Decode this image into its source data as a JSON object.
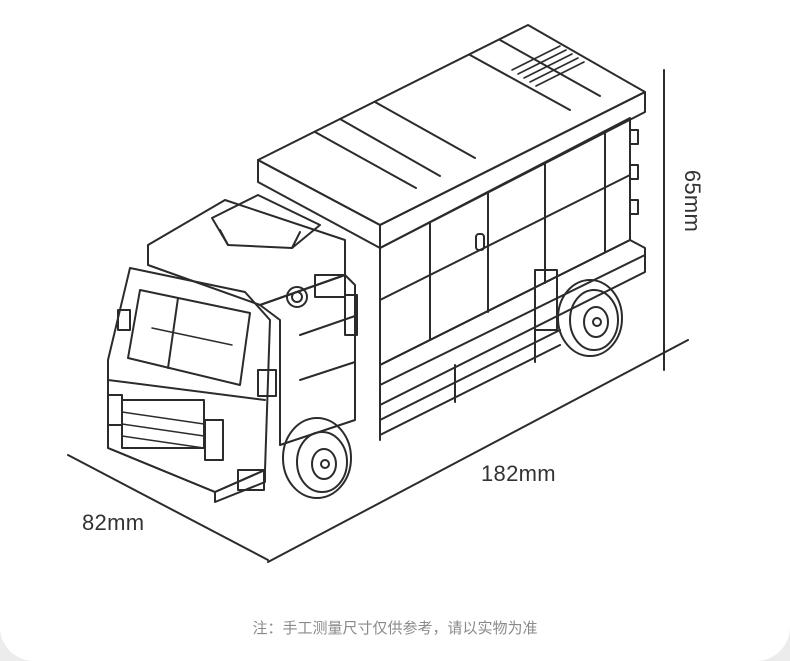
{
  "dimensions": {
    "height": "65mm",
    "length": "182mm",
    "width": "82mm"
  },
  "note": "注：手工测量尺寸仅供参考，请以实物为准",
  "colors": {
    "line": "#2b2b2b",
    "background": "#ffffff",
    "note_text": "#8a8a8a"
  }
}
